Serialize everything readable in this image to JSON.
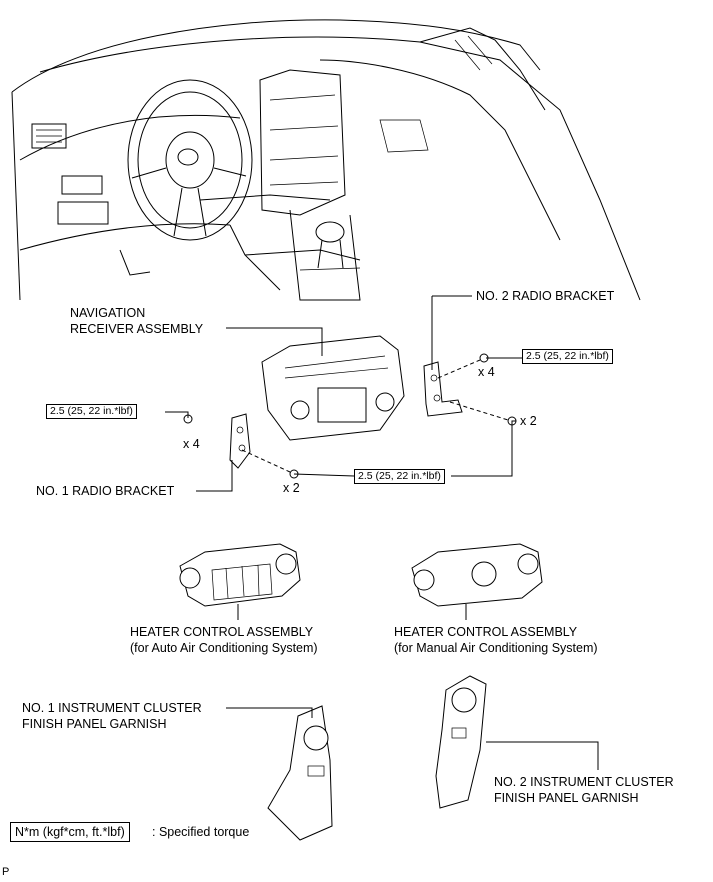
{
  "labels": {
    "navigation_receiver": [
      "NAVIGATION",
      "RECEIVER ASSEMBLY"
    ],
    "radio_bracket_2": "NO. 2 RADIO BRACKET",
    "radio_bracket_1": "NO. 1 RADIO BRACKET",
    "heater_auto": [
      "HEATER CONTROL ASSEMBLY",
      "(for Auto Air Conditioning System)"
    ],
    "heater_manual": [
      "HEATER CONTROL ASSEMBLY",
      "(for Manual Air Conditioning System)"
    ],
    "cluster_garnish_1": [
      "NO. 1 INSTRUMENT CLUSTER",
      "FINISH PANEL GARNISH"
    ],
    "cluster_garnish_2": [
      "NO. 2 INSTRUMENT CLUSTER",
      "FINISH PANEL GARNISH"
    ]
  },
  "torque": {
    "right_upper": "2.5 (25, 22 in.*lbf)",
    "left": "2.5 (25, 22 in.*lbf)",
    "bottom": "2.5 (25, 22 in.*lbf)"
  },
  "quantities": {
    "right_upper": "x 4",
    "right_lower": "x 2",
    "left": "x 4",
    "bottom": "x 2"
  },
  "legend": {
    "box": "N*m (kgf*cm, ft.*lbf)",
    "text": ": Specified torque"
  },
  "corner_mark": "P"
}
